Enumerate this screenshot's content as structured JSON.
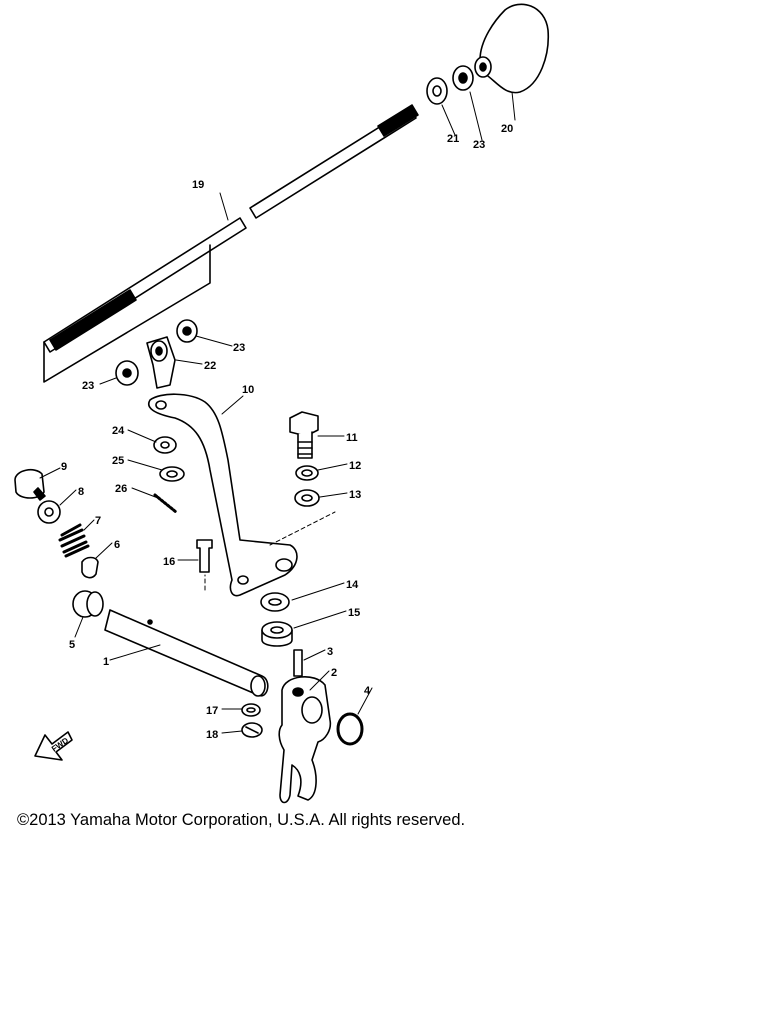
{
  "diagram": {
    "labels": {
      "p1": "1",
      "p2": "2",
      "p3": "3",
      "p4": "4",
      "p5": "5",
      "p6": "6",
      "p7": "7",
      "p8": "8",
      "p9": "9",
      "p10": "10",
      "p11": "11",
      "p12": "12",
      "p13": "13",
      "p14": "14",
      "p15": "15",
      "p16": "16",
      "p17": "17",
      "p18": "18",
      "p19": "19",
      "p20": "20",
      "p21": "21",
      "p22": "22",
      "p23a": "23",
      "p23b": "23",
      "p23c": "23",
      "p24": "24",
      "p25": "25",
      "p26": "26"
    },
    "front_mark": "FWD"
  },
  "footer": {
    "copyright": "©2013 Yamaha Motor Corporation, U.S.A. All rights reserved."
  }
}
